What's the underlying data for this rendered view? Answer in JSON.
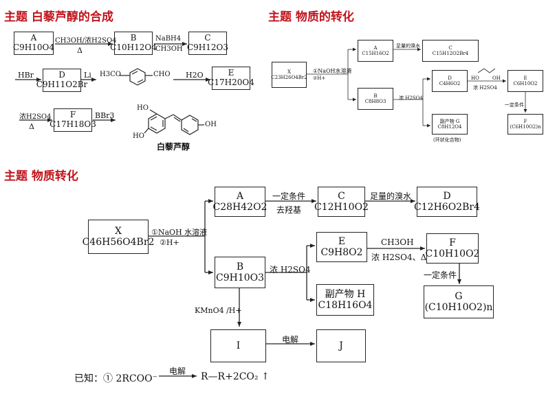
{
  "titles": {
    "t1": "主题 白藜芦醇的合成",
    "t2": "主题 物质的转化",
    "t3": "主题 物质转化"
  },
  "diag1": {
    "A": {
      "label": "A",
      "formula": "C9H10O4"
    },
    "B": {
      "label": "B",
      "formula": "C10H12O4"
    },
    "C": {
      "label": "C",
      "formula": "C9H12O3"
    },
    "D": {
      "label": "D",
      "formula": "C9H11O2Br"
    },
    "E": {
      "label": "E",
      "formula": "C17H20O4"
    },
    "F": {
      "label": "F",
      "formula": "C17H18O3"
    },
    "r_ab_top": "CH3OH/浓H2SO4",
    "r_ab_bot": "Δ",
    "r_bc_top": "NaBH4",
    "r_bc_bot": "CH3OH",
    "r_hbr": "HBr",
    "r_li": "Li",
    "r_aldehyde_left": "H3CO",
    "r_aldehyde_right": "CHO",
    "r_h2o": "H2O",
    "r_ef_top": "浓H2SO4",
    "r_ef_bot": "Δ",
    "r_bbr3": "BBr3",
    "oh1": "HO",
    "oh2": "HO",
    "oh3": "OH",
    "product_name": "白藜芦醇"
  },
  "diag2": {
    "X": {
      "label": "X",
      "formula": "C23H26O4Br2"
    },
    "A": {
      "label": "A",
      "formula": "C15H16O2"
    },
    "B": {
      "label": "B",
      "formula": "C8H8O3"
    },
    "C": {
      "label": "C",
      "formula": "C15H12O2Br4"
    },
    "D": {
      "label": "D",
      "formula": "C4H6O2"
    },
    "E": {
      "label": "E",
      "formula": "C6H10O2"
    },
    "F": {
      "label": "F",
      "formula": "(C6H10O2)n"
    },
    "G": {
      "label": "副产物 G",
      "formula": "C8H12O4"
    },
    "r_x1": "①NaOH水溶液",
    "r_x2": "②H+",
    "r_ac": "足量的溴水",
    "r_bd": "浓 H2SO4",
    "r_de_ho": "HO",
    "r_de_oh": "OH",
    "r_de_bot": "浓 H2SO4",
    "r_ef": "一定条件",
    "g_note": "(环状化合物)"
  },
  "diag3": {
    "X": {
      "label": "X",
      "formula": "C46H56O4Br2"
    },
    "A": {
      "label": "A",
      "formula": "C28H42O2"
    },
    "B": {
      "label": "B",
      "formula": "C9H10O3"
    },
    "C": {
      "label": "C",
      "formula": "C12H10O2"
    },
    "D": {
      "label": "D",
      "formula": "C12H6O2Br4"
    },
    "E": {
      "label": "E",
      "formula": "C9H8O2"
    },
    "F": {
      "label": "F",
      "formula": "C10H10O2"
    },
    "G": {
      "label": "G",
      "formula": "(C10H10O2)n"
    },
    "H": {
      "label": "副产物 H",
      "formula": "C18H16O4"
    },
    "I": {
      "label": "I",
      "formula": ""
    },
    "J": {
      "label": "J",
      "formula": ""
    },
    "r_x1": "①NaOH 水溶液",
    "r_x2": "②H+",
    "r_ac_top": "一定条件",
    "r_ac_bot": "去羟基",
    "r_cd": "足量的溴水",
    "r_be": "浓 H2SO4",
    "r_ef_top": "CH3OH",
    "r_ef_bot": "浓 H2SO4、Δ",
    "r_fg": "一定条件",
    "r_bi": "KMnO4 /H+",
    "r_ij": "电解",
    "known_prefix": "已知：① 2RCOO⁻",
    "known_cond": "电解",
    "known_product": "R—R+2CO₂ ↑"
  }
}
